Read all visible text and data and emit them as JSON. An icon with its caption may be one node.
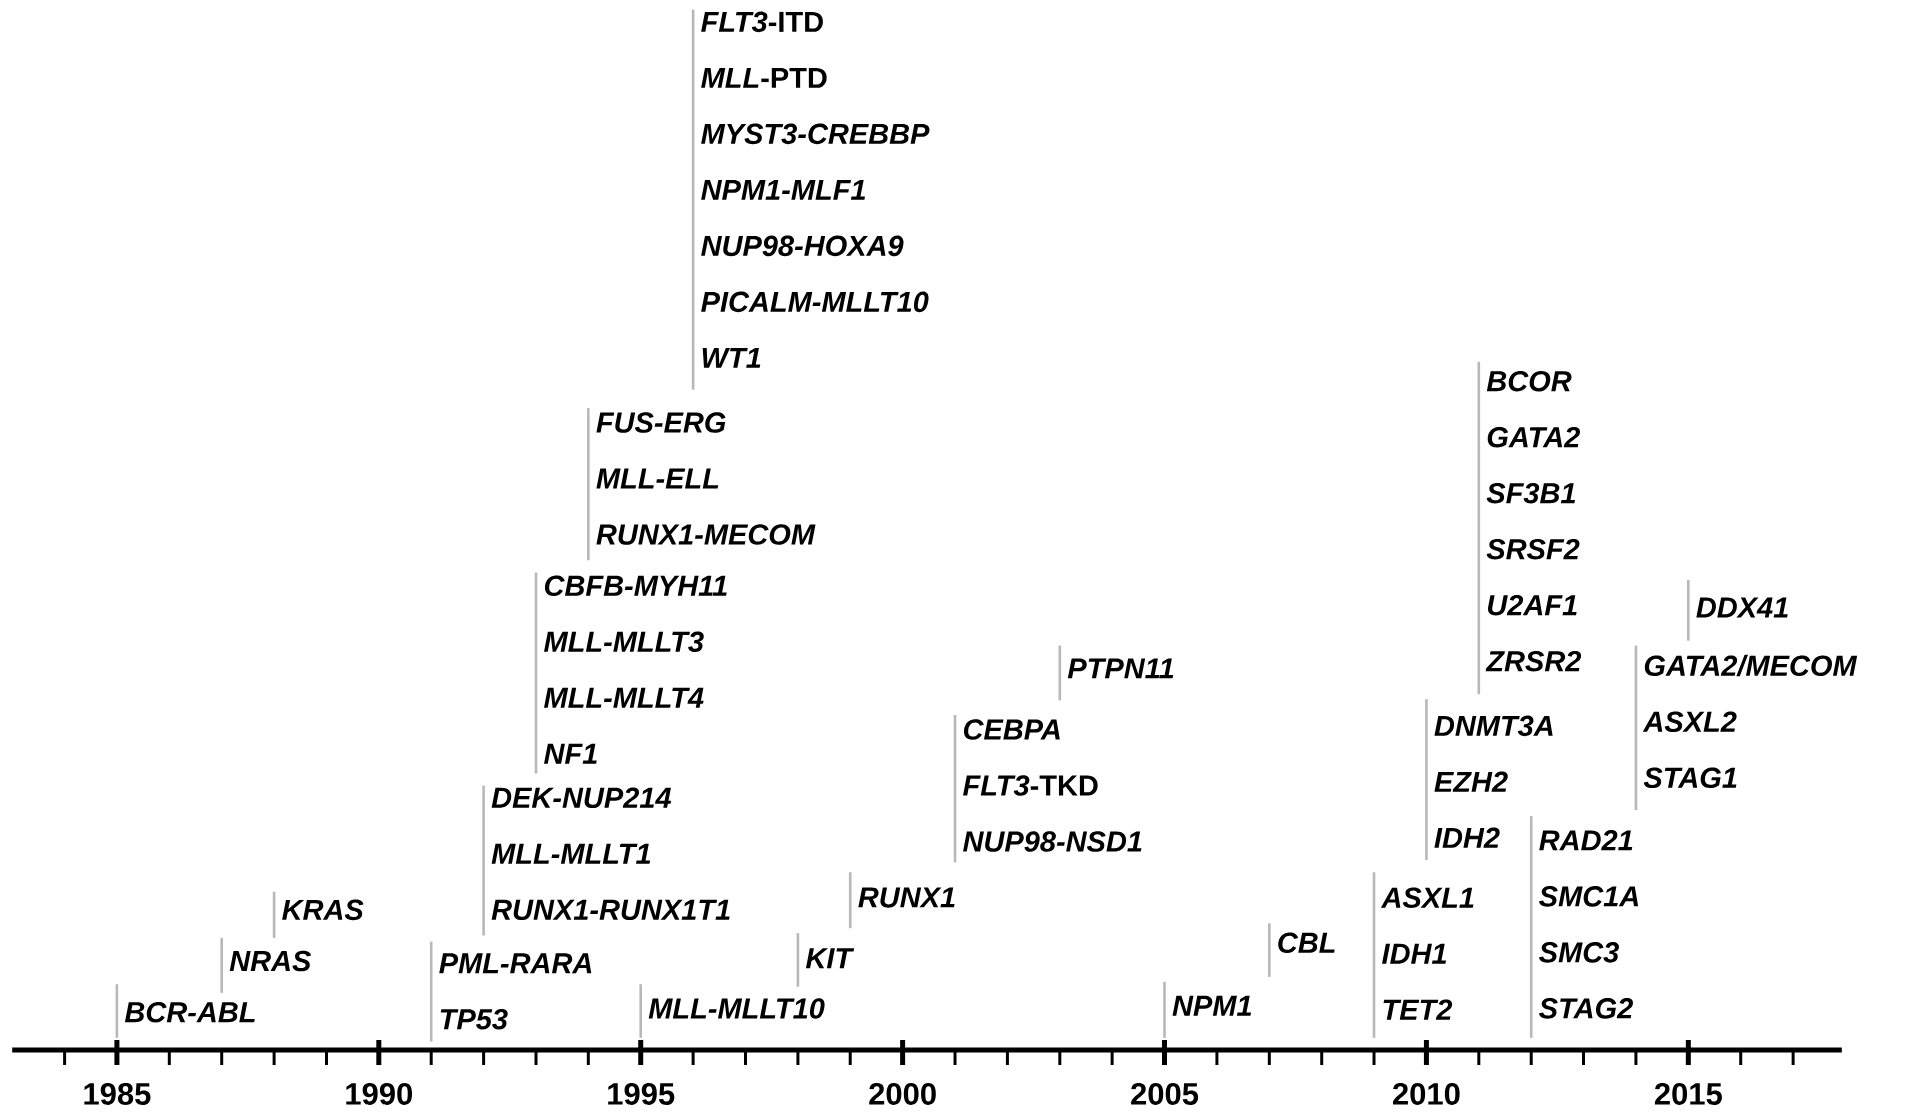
{
  "diagram": {
    "nodes": [
      {
        "text": [
          "BCR-ABL"
        ]
      },
      {
        "text": [
          "NRAS"
        ]
      },
      {
        "text": [
          "KRAS"
        ]
      },
      {
        "text": [
          "PML-RARA",
          "TP53"
        ]
      },
      {
        "text": [
          "DEK-NUP214",
          "MLL-MLLT1",
          "RUNX1-RUNX1T1"
        ]
      },
      {
        "text": [
          "CBFB-MYH11",
          "MLL-MLLT3",
          "MLL-MLLT4",
          "NF1"
        ]
      },
      {
        "text": [
          "FUS-ERG",
          "MLL-ELL",
          "RUNX1-MECOM"
        ]
      },
      {
        "text": [
          "MLL-MLLT10"
        ]
      },
      {
        "text": [
          "*FLT3*-ITD",
          "*MLL*-PTD",
          "MYST3-CREBBP",
          "NPM1-MLF1",
          "NUP98-HOXA9",
          "PICALM-MLLT10",
          "WT1"
        ]
      },
      {
        "text": [
          "KIT"
        ]
      },
      {
        "text": [
          "RUNX1"
        ]
      },
      {
        "text": [
          "CEBPA",
          "*FLT3*-TKD",
          "NUP98-NSD1"
        ]
      },
      {
        "text": [
          "PTPN11"
        ]
      },
      {
        "text": [
          "NPM1"
        ]
      },
      {
        "text": [
          "CBL"
        ]
      },
      {
        "text": [
          "ASXL1",
          "IDH1",
          "TET2"
        ]
      },
      {
        "text": [
          "DNMT3A",
          "EZH2",
          "IDH2"
        ]
      },
      {
        "text": [
          "BCOR",
          "GATA2",
          "SF3B1",
          "SRSF2",
          "U2AF1",
          "ZRSR2"
        ]
      },
      {
        "text": [
          "RAD21",
          "SMC1A",
          "SMC3",
          "STAG2"
        ]
      },
      {
        "text": [
          "GATA2/MECOM",
          "ASXL2",
          "STAG1"
        ]
      },
      {
        "text": [
          "DDX41"
        ]
      }
    ],
    "labels": [
      "1985",
      "1990",
      "1995",
      "2000",
      "2005",
      "2010",
      "2015"
    ]
  }
}
